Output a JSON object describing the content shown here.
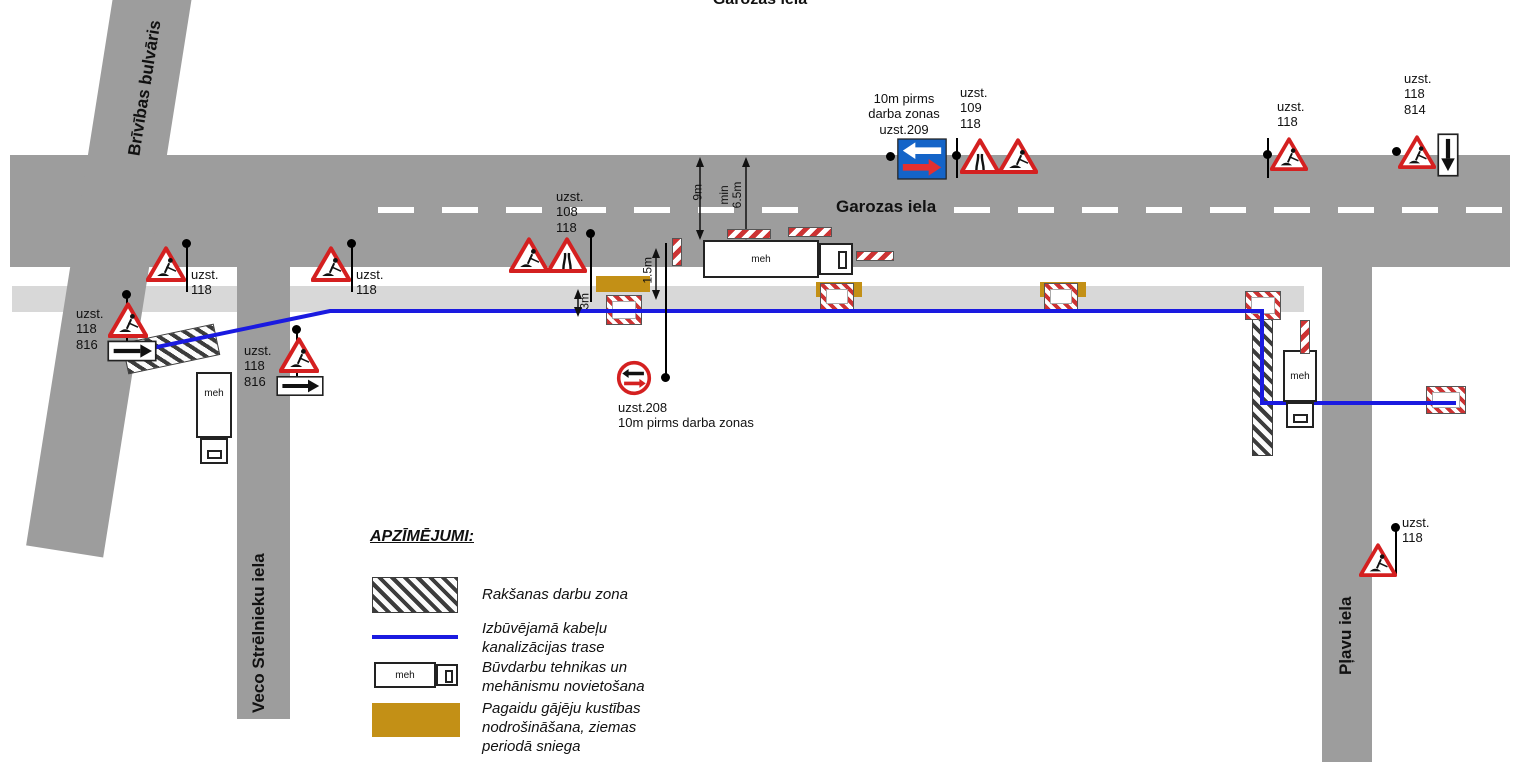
{
  "top_title": "Garozas iela",
  "streets": {
    "garozas": "Garozas iela",
    "brivibas": "Brīvības bulvāris",
    "veco_strelnieku": "Veco Strēlnieku iela",
    "plavu": "Pļavu iela"
  },
  "signs": {
    "west_816": "uzst.\n118\n816",
    "west_118": "uzst.\n118",
    "mid_118": "uzst.\n118",
    "veco_816": "uzst.\n118\n816",
    "center_108_118": "uzst.\n108\n118",
    "zone_209": "10m pirms\ndarba zonas\nuzst.209",
    "center_109_118": "uzst.\n109\n118",
    "east_118": "uzst.\n118",
    "east_118_814": "uzst.\n118\n814",
    "zone_208": "uzst.208\n10m pirms darba zonas",
    "plavu_118": "uzst.\n118"
  },
  "dims": {
    "d9m": "9m",
    "dmin": "min\n6.5m",
    "d1_5m": "1.5m",
    "d3m": "3m"
  },
  "truck_label": "meh",
  "legend": {
    "title": "APZĪMĒJUMI:",
    "excavation": "Rakšanas darbu zona",
    "cable": "Izbūvējamā kabeļu\nkanalizācijas trase",
    "machinery": "Būvdarbu tehnikas un\nmehānismu novietošana",
    "pedestrian": "Pagaidu gājēju kustības\nnodrošināšana, ziemas\nperiodā sniega"
  },
  "colors": {
    "road": "#9d9d9d",
    "sidewalk": "#d8d8d8",
    "cable": "#1a1ae0",
    "sign_red": "#d42020",
    "walkway_gold": "#c39016",
    "barrier_red": "#cc3333",
    "info_blue": "#1464c8"
  }
}
